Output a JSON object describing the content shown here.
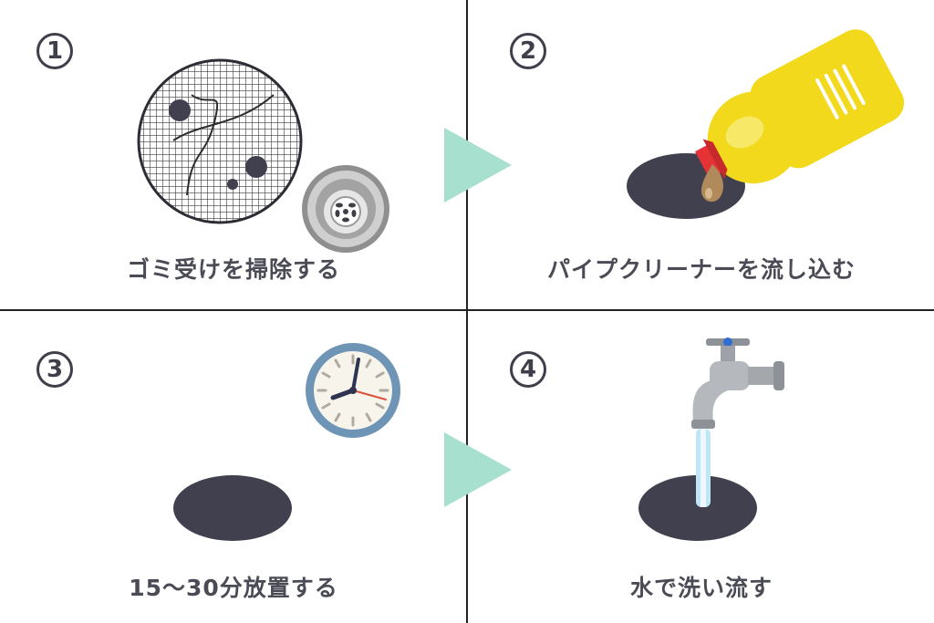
{
  "steps": [
    {
      "number": "1",
      "caption": "ゴミ受けを掃除する"
    },
    {
      "number": "2",
      "caption": "パイプクリーナーを流し込む"
    },
    {
      "number": "3",
      "caption": "15〜30分放置する"
    },
    {
      "number": "4",
      "caption": "水で洗い流す"
    }
  ],
  "colors": {
    "drain": "#41404e",
    "arrow": "#a8e0cf",
    "bottle": "#f2d91c",
    "cap": "#e53335",
    "text": "#4a4b55"
  },
  "icons": [
    "mesh-strainer-icon",
    "sink-drain-icon",
    "arrow-right-icon",
    "cleaner-bottle-icon",
    "clock-icon",
    "faucet-icon"
  ]
}
